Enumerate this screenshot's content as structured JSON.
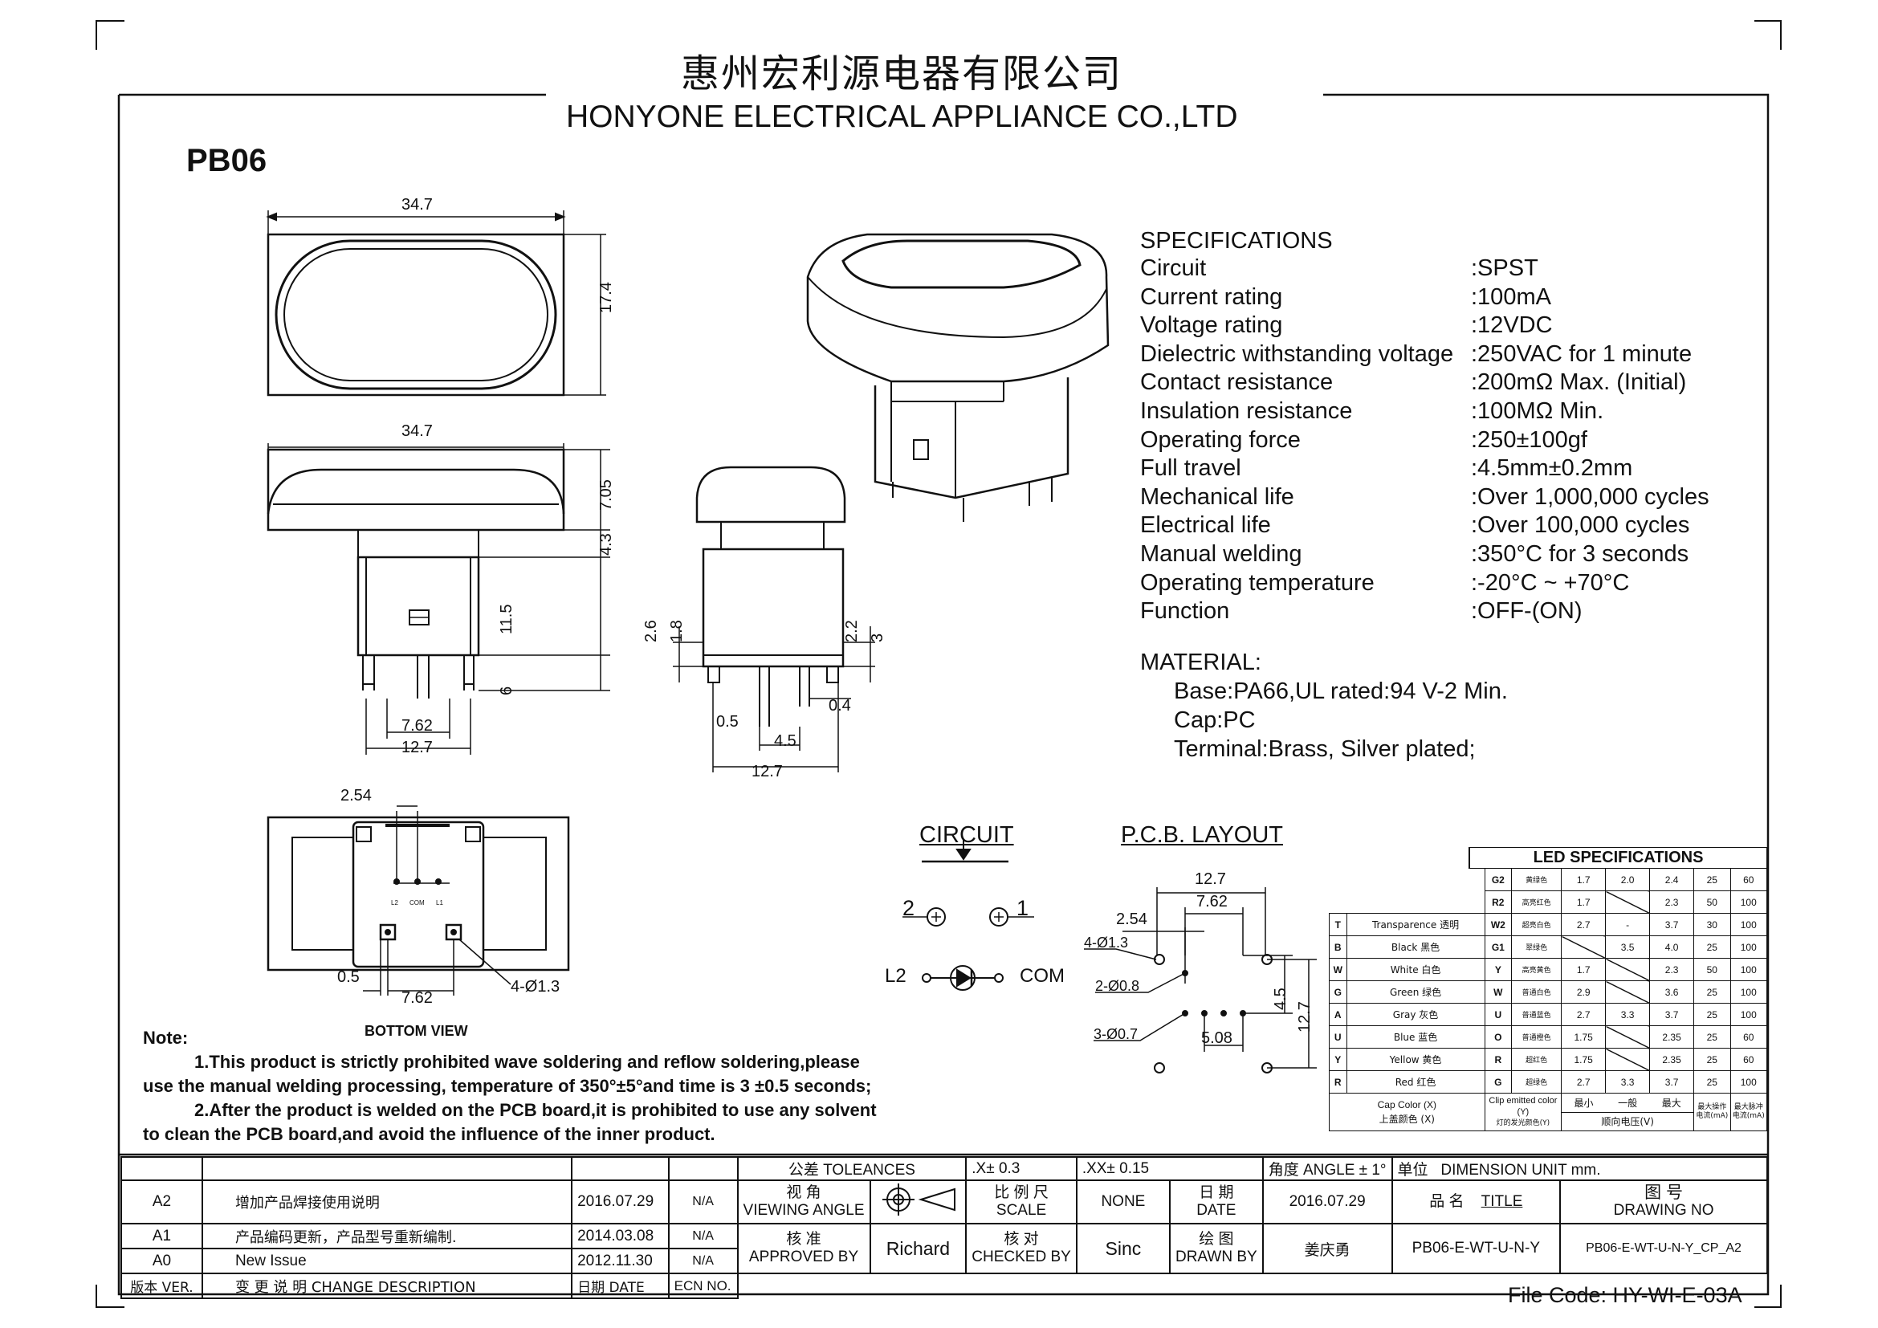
{
  "header": {
    "company_cn": "惠州宏利源电器有限公司",
    "company_en": "HONYONE  ELECTRICAL  APPLIANCE  CO.,LTD",
    "model": "PB06"
  },
  "dims": {
    "top_width": "34.7",
    "top_height": "17.4",
    "side_width": "34.7",
    "cap_h": "7.05",
    "gap_h": "4.3",
    "body_h": "11.5",
    "pin_h": "6",
    "pitch": "7.62",
    "base_w": "12.7",
    "end_h1": "2.6",
    "end_h2": "1.8",
    "end_h3": "2.2",
    "end_h4": "3",
    "end_pin": "0.4",
    "end_05": "0.5",
    "end_45": "4.5",
    "end_base": "12.7",
    "bv_254": "2.54",
    "bv_05": "0.5",
    "bv_762": "7.62",
    "bv_hole": "4-Ø1.3",
    "bv_title": "BOTTOM VIEW",
    "bv_l2": "L2",
    "bv_com": "COM",
    "bv_l1": "L1"
  },
  "specs": {
    "heading": "SPECIFICATIONS",
    "rows": [
      {
        "label": "Circuit",
        "value": ":SPST"
      },
      {
        "label": "Current rating",
        "value": ":100mA"
      },
      {
        "label": "Voltage rating",
        "value": ":12VDC"
      },
      {
        "label": "Dielectric withstanding voltage",
        "value": ":250VAC for 1 minute"
      },
      {
        "label": "Contact resistance",
        "value": ":200mΩ  Max. (Initial)"
      },
      {
        "label": "Insulation resistance",
        "value": ":100MΩ  Min."
      },
      {
        "label": "Operating force",
        "value": ":250±100gf"
      },
      {
        "label": "Full travel",
        "value": ":4.5mm±0.2mm"
      },
      {
        "label": "Mechanical life",
        "value": ":Over 1,000,000 cycles"
      },
      {
        "label": "Electrical life",
        "value": ":Over 100,000 cycles"
      },
      {
        "label": "Manual welding",
        "value": ":350°C for 3 seconds"
      },
      {
        "label": "Operating temperature",
        "value": ":-20°C ~ +70°C"
      },
      {
        "label": "Function",
        "value": ":OFF-(ON)"
      }
    ]
  },
  "material": {
    "heading": "MATERIAL:",
    "base": "Base:PA66,UL rated:94 V-2 Min.",
    "cap": "Cap:PC",
    "terminal": "Terminal:Brass, Silver plated;"
  },
  "circuit": {
    "title": "CIRCUIT",
    "pin2": "2",
    "pin1": "1",
    "l2": "L2",
    "com": "COM"
  },
  "pcb": {
    "title": "P.C.B. LAYOUT",
    "d127": "12.7",
    "d762": "7.62",
    "d254": "2.54",
    "h1": "4-Ø1.3",
    "h2": "2-Ø0.8",
    "h3": "3-Ø0.7",
    "d45": "4.5",
    "d508": "5.08",
    "d127v": "12.7"
  },
  "note": {
    "title": "Note:",
    "l1": "1.This product is strictly prohibited wave soldering and reflow soldering,please",
    "l2": "use the manual welding processing, temperature of 350°±5°and time is 3 ±0.5 seconds;",
    "l3": "2.After the product is welded on the PCB board,it is prohibited to use any solvent",
    "l4": "to clean the PCB board,and avoid the influence of the inner product."
  },
  "led": {
    "title": "LED SPECIFICATIONS",
    "rows": [
      {
        "cap_code": "",
        "cap_name": "",
        "code": "G2",
        "name": "黄绿色",
        "min": "1.7",
        "typ": "2.0",
        "max": "2.4",
        "i": "25",
        "ip": "60"
      },
      {
        "cap_code": "",
        "cap_name": "",
        "code": "R2",
        "name": "高亮红色",
        "min": "1.7",
        "typ": "",
        "max": "2.3",
        "i": "50",
        "ip": "100"
      },
      {
        "cap_code": "T",
        "cap_name": "Transparence 透明",
        "code": "W2",
        "name": "超亮白色",
        "min": "2.7",
        "typ": "-",
        "max": "3.7",
        "i": "30",
        "ip": "100"
      },
      {
        "cap_code": "B",
        "cap_name": "Black 黑色",
        "code": "G1",
        "name": "翠绿色",
        "min": "",
        "typ": "3.5",
        "max": "4.0",
        "i": "25",
        "ip": "100"
      },
      {
        "cap_code": "W",
        "cap_name": "White 白色",
        "code": "Y",
        "name": "高亮黄色",
        "min": "1.7",
        "typ": "",
        "max": "2.3",
        "i": "50",
        "ip": "100"
      },
      {
        "cap_code": "G",
        "cap_name": "Green 绿色",
        "code": "W",
        "name": "普通白色",
        "min": "2.9",
        "typ": "",
        "max": "3.6",
        "i": "25",
        "ip": "100"
      },
      {
        "cap_code": "A",
        "cap_name": "Gray 灰色",
        "code": "U",
        "name": "普通蓝色",
        "min": "2.7",
        "typ": "3.3",
        "max": "3.7",
        "i": "25",
        "ip": "100"
      },
      {
        "cap_code": "U",
        "cap_name": "Blue 蓝色",
        "code": "O",
        "name": "普通橙色",
        "min": "1.75",
        "typ": "",
        "max": "2.35",
        "i": "25",
        "ip": "60"
      },
      {
        "cap_code": "Y",
        "cap_name": "Yellow 黄色",
        "code": "R",
        "name": "超红色",
        "min": "1.75",
        "typ": "",
        "max": "2.35",
        "i": "25",
        "ip": "60"
      },
      {
        "cap_code": "R",
        "cap_name": "Red 红色",
        "code": "G",
        "name": "超绿色",
        "min": "2.7",
        "typ": "3.3",
        "max": "3.7",
        "i": "25",
        "ip": "100"
      }
    ],
    "foot_cap": "Cap Color (X)",
    "foot_cap_cn": "上盖颜色 (X)",
    "foot_led": "Clip emitted color (Y)",
    "foot_led_cn": "灯的发光颜色(Y)",
    "foot_min": "最小",
    "foot_typ": "一般",
    "foot_max": "最大",
    "foot_i": "最大操作电流(mA)",
    "foot_ip": "最大脉冲电流(mA)",
    "foot_vf": "顺向电压(V)"
  },
  "titleblock": {
    "tolerances": "公差 TOLEANCES",
    "tol1": ".X± 0.3",
    "tol2": ".XX± 0.15",
    "angle": "角度 ANGLE ± 1°",
    "unit_label": "单位",
    "unit": "DIMENSION UNIT      mm.",
    "rev": [
      {
        "ver": "A2",
        "desc": "增加产品焊接使用说明",
        "date": "2016.07.29",
        "ecn": "N/A"
      },
      {
        "ver": "A1",
        "desc": "产品编码更新，产品型号重新编制.",
        "date": "2014.03.08",
        "ecn": "N/A"
      },
      {
        "ver": "A0",
        "desc": "New Issue",
        "date": "2012.11.30",
        "ecn": "N/A"
      }
    ],
    "h_ver": "版本 VER.",
    "h_desc": "变 更 说 明   CHANGE DESCRIPTION",
    "h_date": "日期 DATE",
    "h_ecn": "ECN NO.",
    "view_cn": "视   角",
    "view_en": "VIEWING ANGLE",
    "scale_cn": "比 例 尺",
    "scale_en": "SCALE",
    "scale": "NONE",
    "date_cn": "日   期",
    "date_en": "DATE",
    "date": "2016.07.29",
    "name_cn": "品   名",
    "title_en": "TITLE",
    "drawing_cn": "图   号",
    "drawing_en": "DRAWING NO",
    "approve_cn": "核   准",
    "approve_en": "APPROVED BY",
    "approver": "Richard",
    "check_cn": "核   对",
    "check_en": "CHECKED BY",
    "checker": "Sinc",
    "drawn_cn": "绘   图",
    "drawn_en": "DRAWN BY",
    "drawer": "姜庆勇",
    "title": "PB06-E-WT-U-N-Y",
    "drawing_no": "PB06-E-WT-U-N-Y_CP_A2"
  },
  "file_code": "File Code: HY-WI-E-03A"
}
